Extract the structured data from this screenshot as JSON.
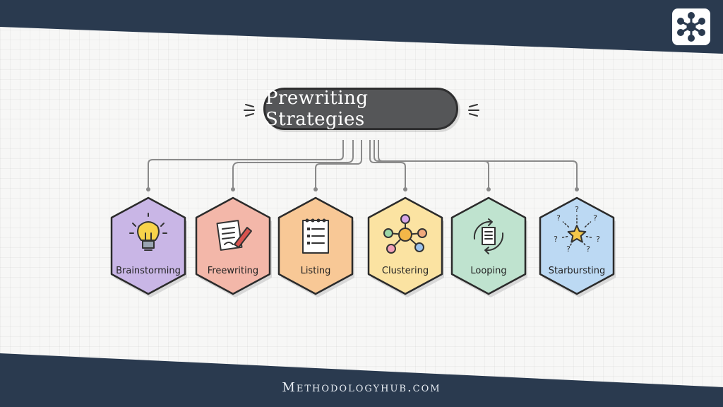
{
  "title": "Prewriting Strategies",
  "footer": "Methodologyhub.com",
  "strategies": [
    {
      "label": "Brainstorming",
      "icon": "lightbulb-icon",
      "color": "#c9b6e6"
    },
    {
      "label": "Freewriting",
      "icon": "pen-paper-icon",
      "color": "#f3b7a9"
    },
    {
      "label": "Listing",
      "icon": "notepad-list-icon",
      "color": "#f8c896"
    },
    {
      "label": "Clustering",
      "icon": "cluster-nodes-icon",
      "color": "#fbe3a2"
    },
    {
      "label": "Looping",
      "icon": "loop-document-icon",
      "color": "#bfe3cf"
    },
    {
      "label": "Starbursting",
      "icon": "star-questions-icon",
      "color": "#bcd9f3"
    }
  ],
  "colors": {
    "band": "#2a3a4f",
    "canvas": "#f7f7f6",
    "pill": "#555658",
    "connector": "#8a8a8a"
  }
}
